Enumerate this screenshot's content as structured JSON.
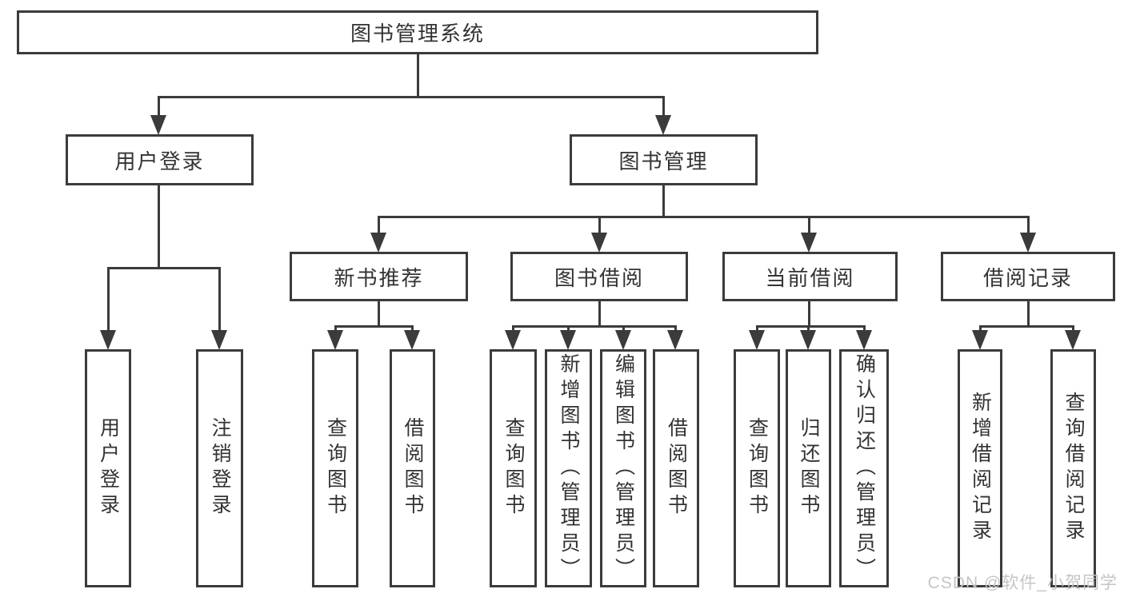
{
  "diagram": {
    "title": "图书管理系统",
    "level2": {
      "user_login": "用户登录",
      "book_mgmt": "图书管理"
    },
    "level3": {
      "new_books": "新书推荐",
      "book_borrow": "图书借阅",
      "current_borrow": "当前借阅",
      "borrow_records": "借阅记录"
    },
    "leaves": {
      "ul_login": "用户登录",
      "ul_logout": "注销登录",
      "nb_query": "查询图书",
      "nb_borrow": "借阅图书",
      "bb_query": "查询图书",
      "bb_add": "新增图书（管理员）",
      "bb_edit": "编辑图书（管理员）",
      "bb_borrow": "借阅图书",
      "cb_query": "查询图书",
      "cb_return": "归还图书",
      "cb_confirm": "确认归还（管理员）",
      "br_add": "新增借阅记录",
      "br_query": "查询借阅记录"
    }
  },
  "watermark": "CSDN @软件_小贺同学",
  "colors": {
    "line": "#3b3b3b",
    "text": "#333333",
    "watermark": "#c5c5c5",
    "background": "#ffffff"
  }
}
